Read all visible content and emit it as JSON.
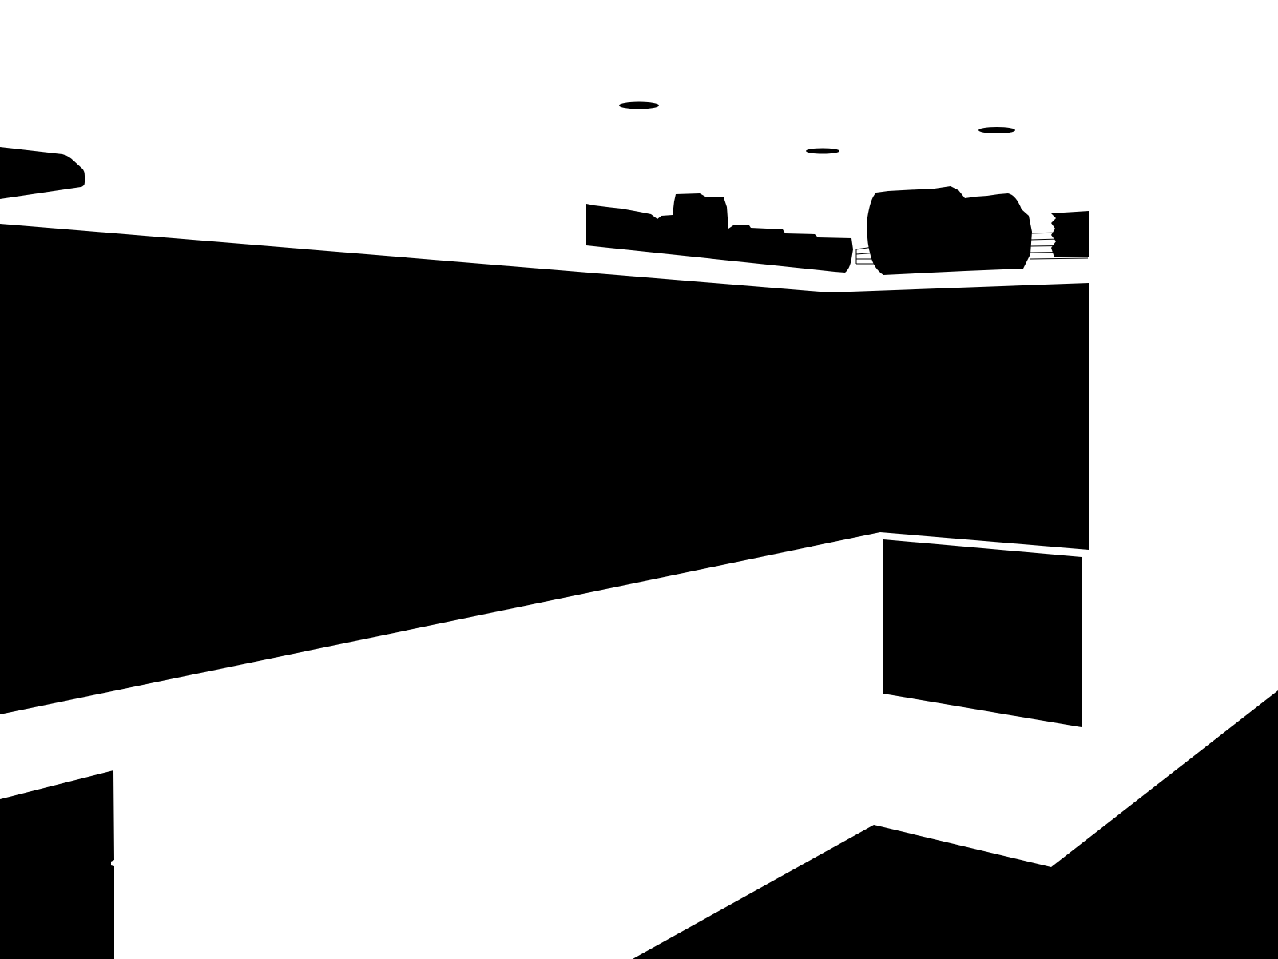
{
  "scene": {
    "description_type": "binary-mask",
    "colors": {
      "background": "#ffffff",
      "foreground": "#000000"
    },
    "shapes": [
      "upper-cabinet",
      "wall-band",
      "shelf-items-left",
      "shelf-items-right",
      "small-shelf",
      "lower-cabinet",
      "lower-left-cabinet",
      "floor-shadow",
      "ceiling-lights"
    ]
  }
}
